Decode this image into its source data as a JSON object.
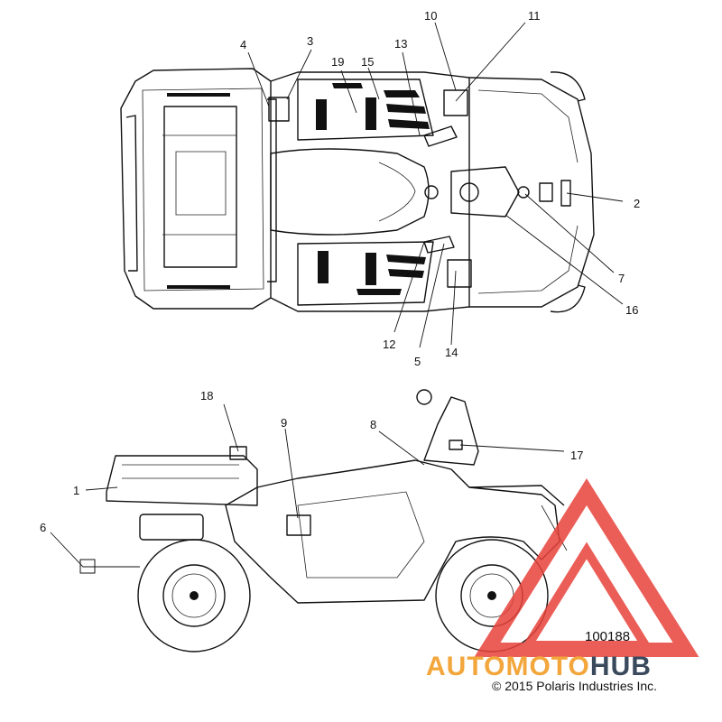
{
  "figure_number": "100188",
  "copyright": "© 2015 Polaris Industries Inc.",
  "watermark": {
    "part1": "AUTOMOTO",
    "part2": "HUB",
    "color_primary": "#f3a63b",
    "color_secondary": "#3a4a5c",
    "logo_color": "#e8433b"
  },
  "callouts": {
    "c1": "1",
    "c2": "2",
    "c3": "3",
    "c4": "4",
    "c5": "5",
    "c6": "6",
    "c7": "7",
    "c8": "8",
    "c9": "9",
    "c10": "10",
    "c11": "11",
    "c12": "12",
    "c13": "13",
    "c14": "14",
    "c15": "15",
    "c16": "16",
    "c17": "17",
    "c18": "18",
    "c19": "19"
  }
}
